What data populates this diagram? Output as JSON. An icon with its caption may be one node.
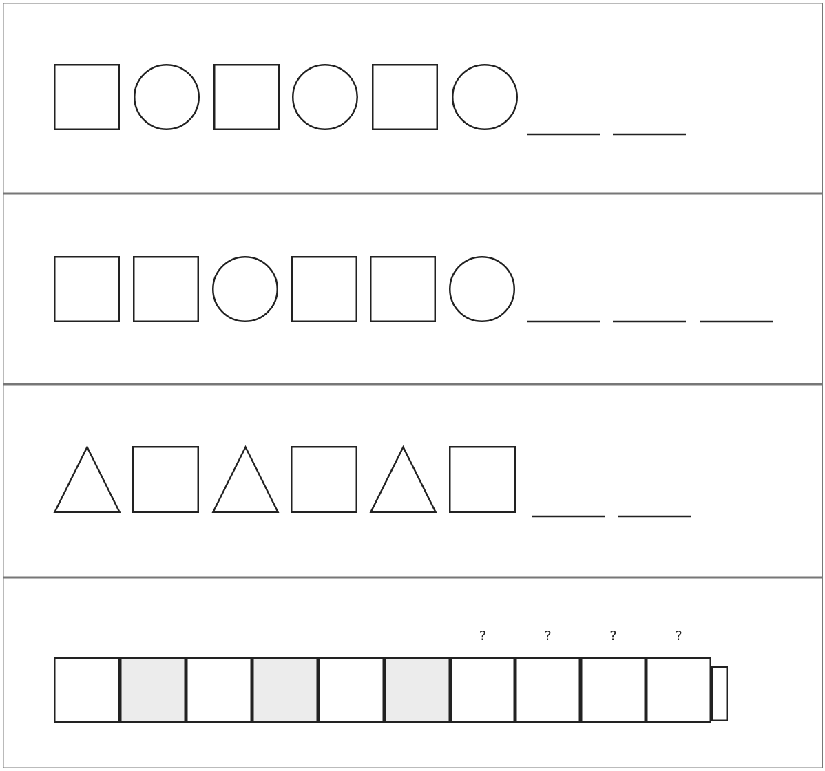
{
  "diagram": {
    "nodes": [
      {
        "text": [],
        "shape": "band"
      },
      {
        "text": [],
        "shape": "box",
        "in": 0
      },
      {
        "text": [],
        "shape": "circle",
        "in": 0
      },
      {
        "text": [],
        "shape": "box",
        "in": 0
      },
      {
        "text": [],
        "shape": "circle",
        "in": 0
      },
      {
        "text": [],
        "shape": "box",
        "in": 0
      },
      {
        "text": [],
        "shape": "circle",
        "in": 0
      },
      {
        "text": [],
        "shape": "line",
        "in": 0
      },
      {
        "text": [],
        "shape": "line",
        "in": 0
      },
      {
        "text": [],
        "shape": "band"
      },
      {
        "text": [],
        "shape": "box",
        "in": 9
      },
      {
        "text": [],
        "shape": "box",
        "in": 9
      },
      {
        "text": [],
        "shape": "circle",
        "in": 9
      },
      {
        "text": [],
        "shape": "box",
        "in": 9
      },
      {
        "text": [],
        "shape": "box",
        "in": 9
      },
      {
        "text": [],
        "shape": "circle",
        "in": 9
      },
      {
        "text": [],
        "shape": "line",
        "in": 9
      },
      {
        "text": [],
        "shape": "line",
        "in": 9
      },
      {
        "text": [],
        "shape": "line",
        "in": 9
      },
      {
        "text": [],
        "shape": "band"
      },
      {
        "text": [],
        "shape": "triangle",
        "in": 19
      },
      {
        "text": [],
        "shape": "box",
        "in": 19
      },
      {
        "text": [],
        "shape": "triangle",
        "in": 19
      },
      {
        "text": [],
        "shape": "box",
        "in": 19
      },
      {
        "text": [],
        "shape": "triangle",
        "in": 19
      },
      {
        "text": [],
        "shape": "box",
        "in": 19
      },
      {
        "text": [],
        "shape": "line",
        "in": 19
      },
      {
        "text": [],
        "shape": "line",
        "in": 19
      },
      {
        "text": [],
        "shape": "band"
      },
      {
        "text": [],
        "shape": "box",
        "in": 28
      },
      {
        "text": [],
        "shape": "box",
        "in": 28
      },
      {
        "text": [],
        "shape": "box",
        "in": 28
      },
      {
        "text": [],
        "shape": "box",
        "in": 28
      },
      {
        "text": [],
        "shape": "box",
        "in": 28
      },
      {
        "text": [],
        "shape": "box",
        "in": 28
      },
      {
        "text": [],
        "shape": "box",
        "in": 28,
        "beside": [
          "?"
        ]
      },
      {
        "text": [],
        "shape": "box",
        "in": 28,
        "beside": [
          "?"
        ]
      },
      {
        "text": [],
        "shape": "box",
        "in": 28,
        "beside": [
          "?"
        ]
      },
      {
        "text": [],
        "shape": "box",
        "in": 28,
        "beside": [
          "?"
        ]
      },
      {
        "text": [],
        "shape": "box",
        "in": 28
      }
    ]
  }
}
